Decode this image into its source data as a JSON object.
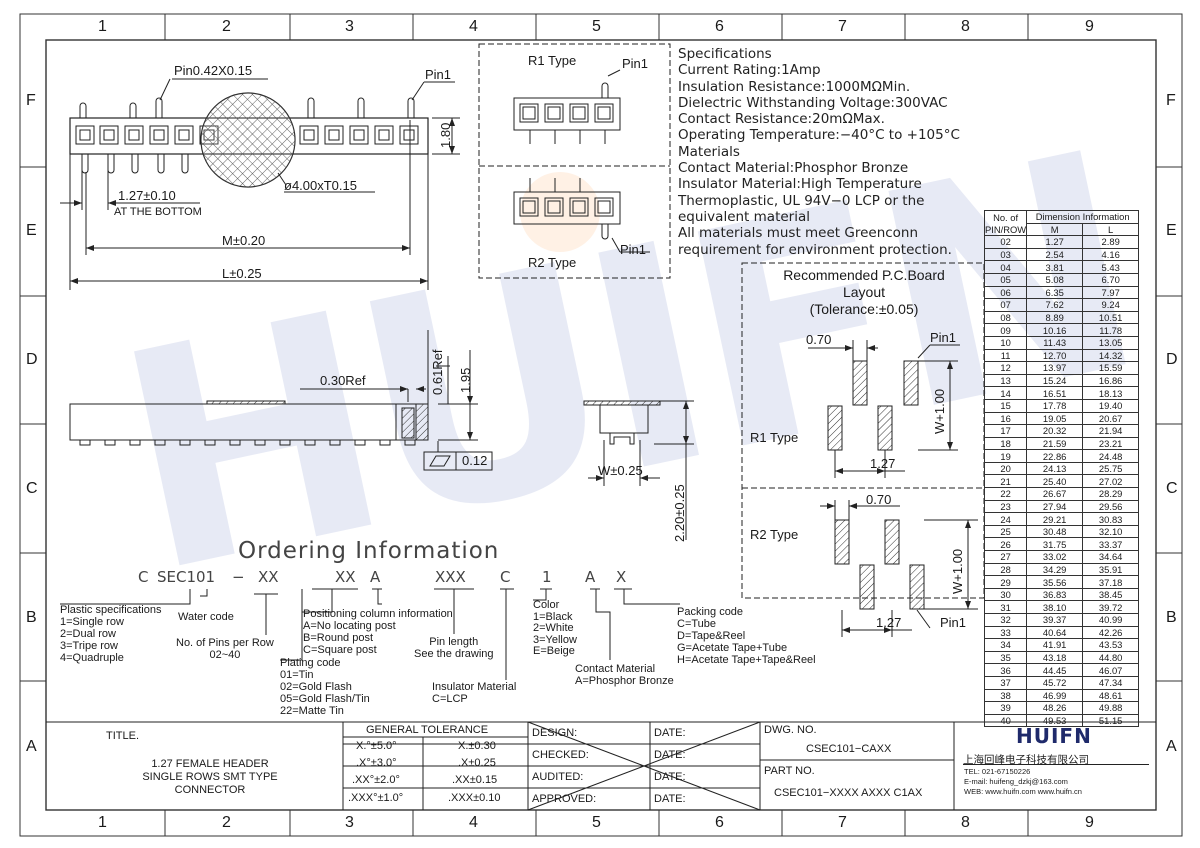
{
  "frame": {
    "cols": [
      "1",
      "2",
      "3",
      "4",
      "5",
      "6",
      "7",
      "8",
      "9"
    ],
    "rows": [
      "F",
      "E",
      "D",
      "C",
      "B",
      "A"
    ]
  },
  "watermark": "HUIFN",
  "top_view": {
    "pin_label": "Pin0.42X0.15",
    "pin1": "Pin1",
    "height": "1.80",
    "circle": "ø4.00xT0.15",
    "pitch": "1.27±0.10",
    "bottom_note": "AT THE BOTTOM",
    "m_dim": "M±0.20",
    "l_dim": "L±0.25"
  },
  "side_view": {
    "ref030": "0.30Ref",
    "ref061": "0.61Ref",
    "h195": "1.95",
    "flat": "0.12"
  },
  "end_view": {
    "w": "W±0.25",
    "h": "2.20±0.25"
  },
  "types": {
    "r1": "R1  Type",
    "r2": "R2  Type",
    "pin1": "Pin1"
  },
  "specs": [
    "Specifications",
    "Current Rating:1Amp",
    "Insulation Resistance:1000MΩMin.",
    "Dielectric Withstanding Voltage:300VAC",
    "Contact  Resistance:20mΩMax.",
    "Operating Temperature:−40°C to +105°C",
    "Materials",
    "Contact Material:Phosphor Bronze",
    "Insulator Material:High Temperature",
    "Thermoplastic, UL 94V−0 LCP or the",
    "equivalent material",
    "All materials must meet Greenconn",
    "requirement for environment protection."
  ],
  "pcb": {
    "title1": "Recommended P.C.Board",
    "title2": "Layout",
    "tol": "(Tolerance:±0.05)",
    "d070": "0.70",
    "d127": "1.27",
    "w100": "W+1.00",
    "pin1": "Pin1",
    "r1": "R1  Type",
    "r2": "R2  Type"
  },
  "dimension_table": {
    "header_no": "No. of",
    "header_pinrow": "PIN/ROW",
    "header_dim": "Dimension  Information",
    "header_m": "M",
    "header_l": "L",
    "rows": [
      [
        "02",
        "1.27",
        "2.89"
      ],
      [
        "03",
        "2.54",
        "4.16"
      ],
      [
        "04",
        "3.81",
        "5.43"
      ],
      [
        "05",
        "5.08",
        "6.70"
      ],
      [
        "06",
        "6.35",
        "7.97"
      ],
      [
        "07",
        "7.62",
        "9.24"
      ],
      [
        "08",
        "8.89",
        "10.51"
      ],
      [
        "09",
        "10.16",
        "11.78"
      ],
      [
        "10",
        "11.43",
        "13.05"
      ],
      [
        "11",
        "12.70",
        "14.32"
      ],
      [
        "12",
        "13.97",
        "15.59"
      ],
      [
        "13",
        "15.24",
        "16.86"
      ],
      [
        "14",
        "16.51",
        "18.13"
      ],
      [
        "15",
        "17.78",
        "19.40"
      ],
      [
        "16",
        "19.05",
        "20.67"
      ],
      [
        "17",
        "20.32",
        "21.94"
      ],
      [
        "18",
        "21.59",
        "23.21"
      ],
      [
        "19",
        "22.86",
        "24.48"
      ],
      [
        "20",
        "24.13",
        "25.75"
      ],
      [
        "21",
        "25.40",
        "27.02"
      ],
      [
        "22",
        "26.67",
        "28.29"
      ],
      [
        "23",
        "27.94",
        "29.56"
      ],
      [
        "24",
        "29.21",
        "30.83"
      ],
      [
        "25",
        "30.48",
        "32.10"
      ],
      [
        "26",
        "31.75",
        "33.37"
      ],
      [
        "27",
        "33.02",
        "34.64"
      ],
      [
        "28",
        "34.29",
        "35.91"
      ],
      [
        "29",
        "35.56",
        "37.18"
      ],
      [
        "30",
        "36.83",
        "38.45"
      ],
      [
        "31",
        "38.10",
        "39.72"
      ],
      [
        "32",
        "39.37",
        "40.99"
      ],
      [
        "33",
        "40.64",
        "42.26"
      ],
      [
        "34",
        "41.91",
        "43.53"
      ],
      [
        "35",
        "43.18",
        "44.80"
      ],
      [
        "36",
        "44.45",
        "46.07"
      ],
      [
        "37",
        "45.72",
        "47.34"
      ],
      [
        "38",
        "46.99",
        "48.61"
      ],
      [
        "39",
        "48.26",
        "49.88"
      ],
      [
        "40",
        "49.53",
        "51.15"
      ]
    ]
  },
  "ordering": {
    "title": "Ordering Information",
    "code_parts": [
      "C",
      "SEC101",
      "−",
      "XX",
      "XX",
      "A",
      "XXX",
      "C",
      "1",
      "A",
      "X"
    ],
    "plastic": [
      "Plastic specifications",
      "1=Single row",
      "2=Dual row",
      "3=Tripe row",
      "4=Quadruple"
    ],
    "water": "Water code",
    "pins": [
      "No. of Pins per Row",
      "02~40"
    ],
    "plating": [
      "Plating code",
      "01=Tin",
      "02=Gold Flash",
      "05=Gold Flash/Tin",
      "22=Matte Tin"
    ],
    "positioning": [
      "Positioning column information",
      "A=No locating post",
      "B=Round post",
      "C=Square post"
    ],
    "pinlength": [
      "Pin length",
      "See the drawing"
    ],
    "insulator": [
      "Insulator Material",
      "C=LCP"
    ],
    "color": [
      "Color",
      "1=Black",
      "2=White",
      "3=Yellow",
      "E=Beige"
    ],
    "contact": [
      "Contact Material",
      "A=Phosphor Bronze"
    ],
    "packing": [
      "Packing code",
      "C=Tube",
      "D=Tape&Reel",
      "G=Acetate Tape+Tube",
      "H=Acetate Tape+Tape&Reel"
    ]
  },
  "title_block": {
    "title_label": "TITLE.",
    "title_lines": [
      "1.27 FEMALE HEADER",
      "SINGLE ROWS SMT TYPE",
      "CONNECTOR"
    ],
    "gen_tol": "GENERAL TOLERANCE",
    "tol_rows": [
      [
        "X.°±5.0°",
        "X.±0.30"
      ],
      [
        ".X°±3.0°",
        ".X±0.25"
      ],
      [
        ".XX°±2.0°",
        ".XX±0.15"
      ],
      [
        ".XXX°±1.0°",
        ".XXX±0.10"
      ]
    ],
    "roles": [
      "DESIGN:",
      "CHECKED:",
      "AUDITED:",
      "APPROVED:"
    ],
    "date": "DATE:",
    "dwg_label": "DWG. NO.",
    "dwg_no": "CSEC101−CAXX",
    "part_label": "PART NO.",
    "part_no": "CSEC101−XXXX AXXX C1AX",
    "logo": "HUIFN",
    "company": "上海回峰电子科技有限公司",
    "tel": "TEL: 021-67150226",
    "email": "E-mail: huifeng_dzkj@163.com",
    "web": "WEB: www.huifn.com  www.huifn.cn"
  }
}
